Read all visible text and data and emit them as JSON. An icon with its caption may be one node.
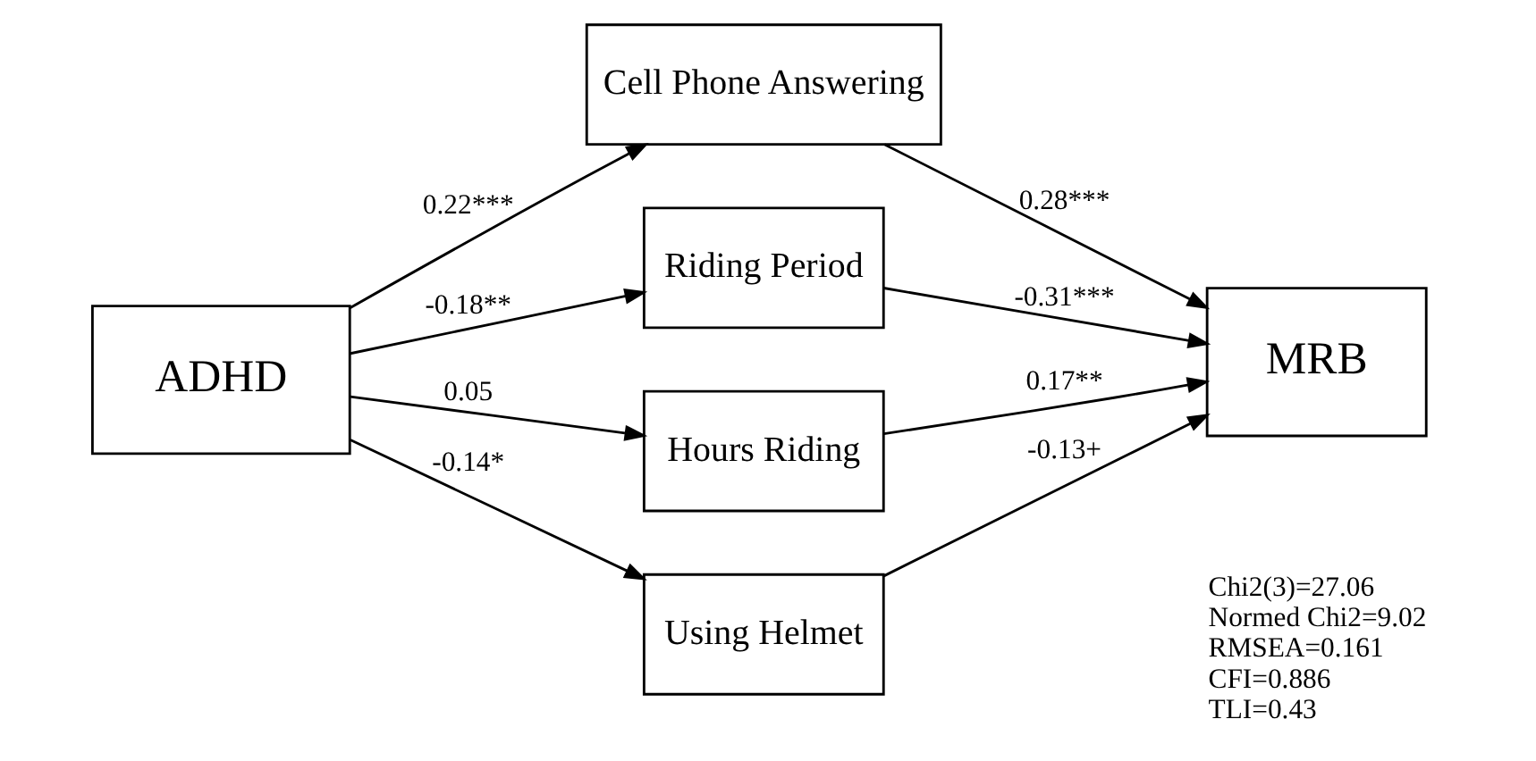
{
  "diagram": {
    "nodes": [
      {
        "text": [
          "ADHD"
        ]
      },
      {
        "text": [
          "Cell Phone Answering"
        ]
      },
      {
        "text": [
          "Riding Period"
        ]
      },
      {
        "text": [
          "Hours Riding"
        ]
      },
      {
        "text": [
          "Using Helmet"
        ]
      },
      {
        "text": [
          "MRB"
        ]
      }
    ],
    "edges": [
      {
        "from": 0,
        "to": 1,
        "arrow": "to",
        "label": "0.22***"
      },
      {
        "from": 0,
        "to": 2,
        "arrow": "to",
        "label": "-0.18**"
      },
      {
        "from": 0,
        "to": 3,
        "arrow": "to",
        "label": "0.05"
      },
      {
        "from": 0,
        "to": 4,
        "arrow": "to",
        "label": "-0.14*"
      },
      {
        "from": 1,
        "to": 5,
        "arrow": "to",
        "label": "0.28***"
      },
      {
        "from": 2,
        "to": 5,
        "arrow": "to",
        "label": "-0.31***"
      },
      {
        "from": 3,
        "to": 5,
        "arrow": "to",
        "label": "0.17**"
      },
      {
        "from": 4,
        "to": 5,
        "arrow": "to",
        "label": "-0.13+"
      }
    ],
    "labels": [
      "Chi2(3)=27.06",
      "Normed Chi2=9.02",
      "RMSEA=0.161",
      "CFI=0.886",
      "TLI=0.43"
    ]
  }
}
